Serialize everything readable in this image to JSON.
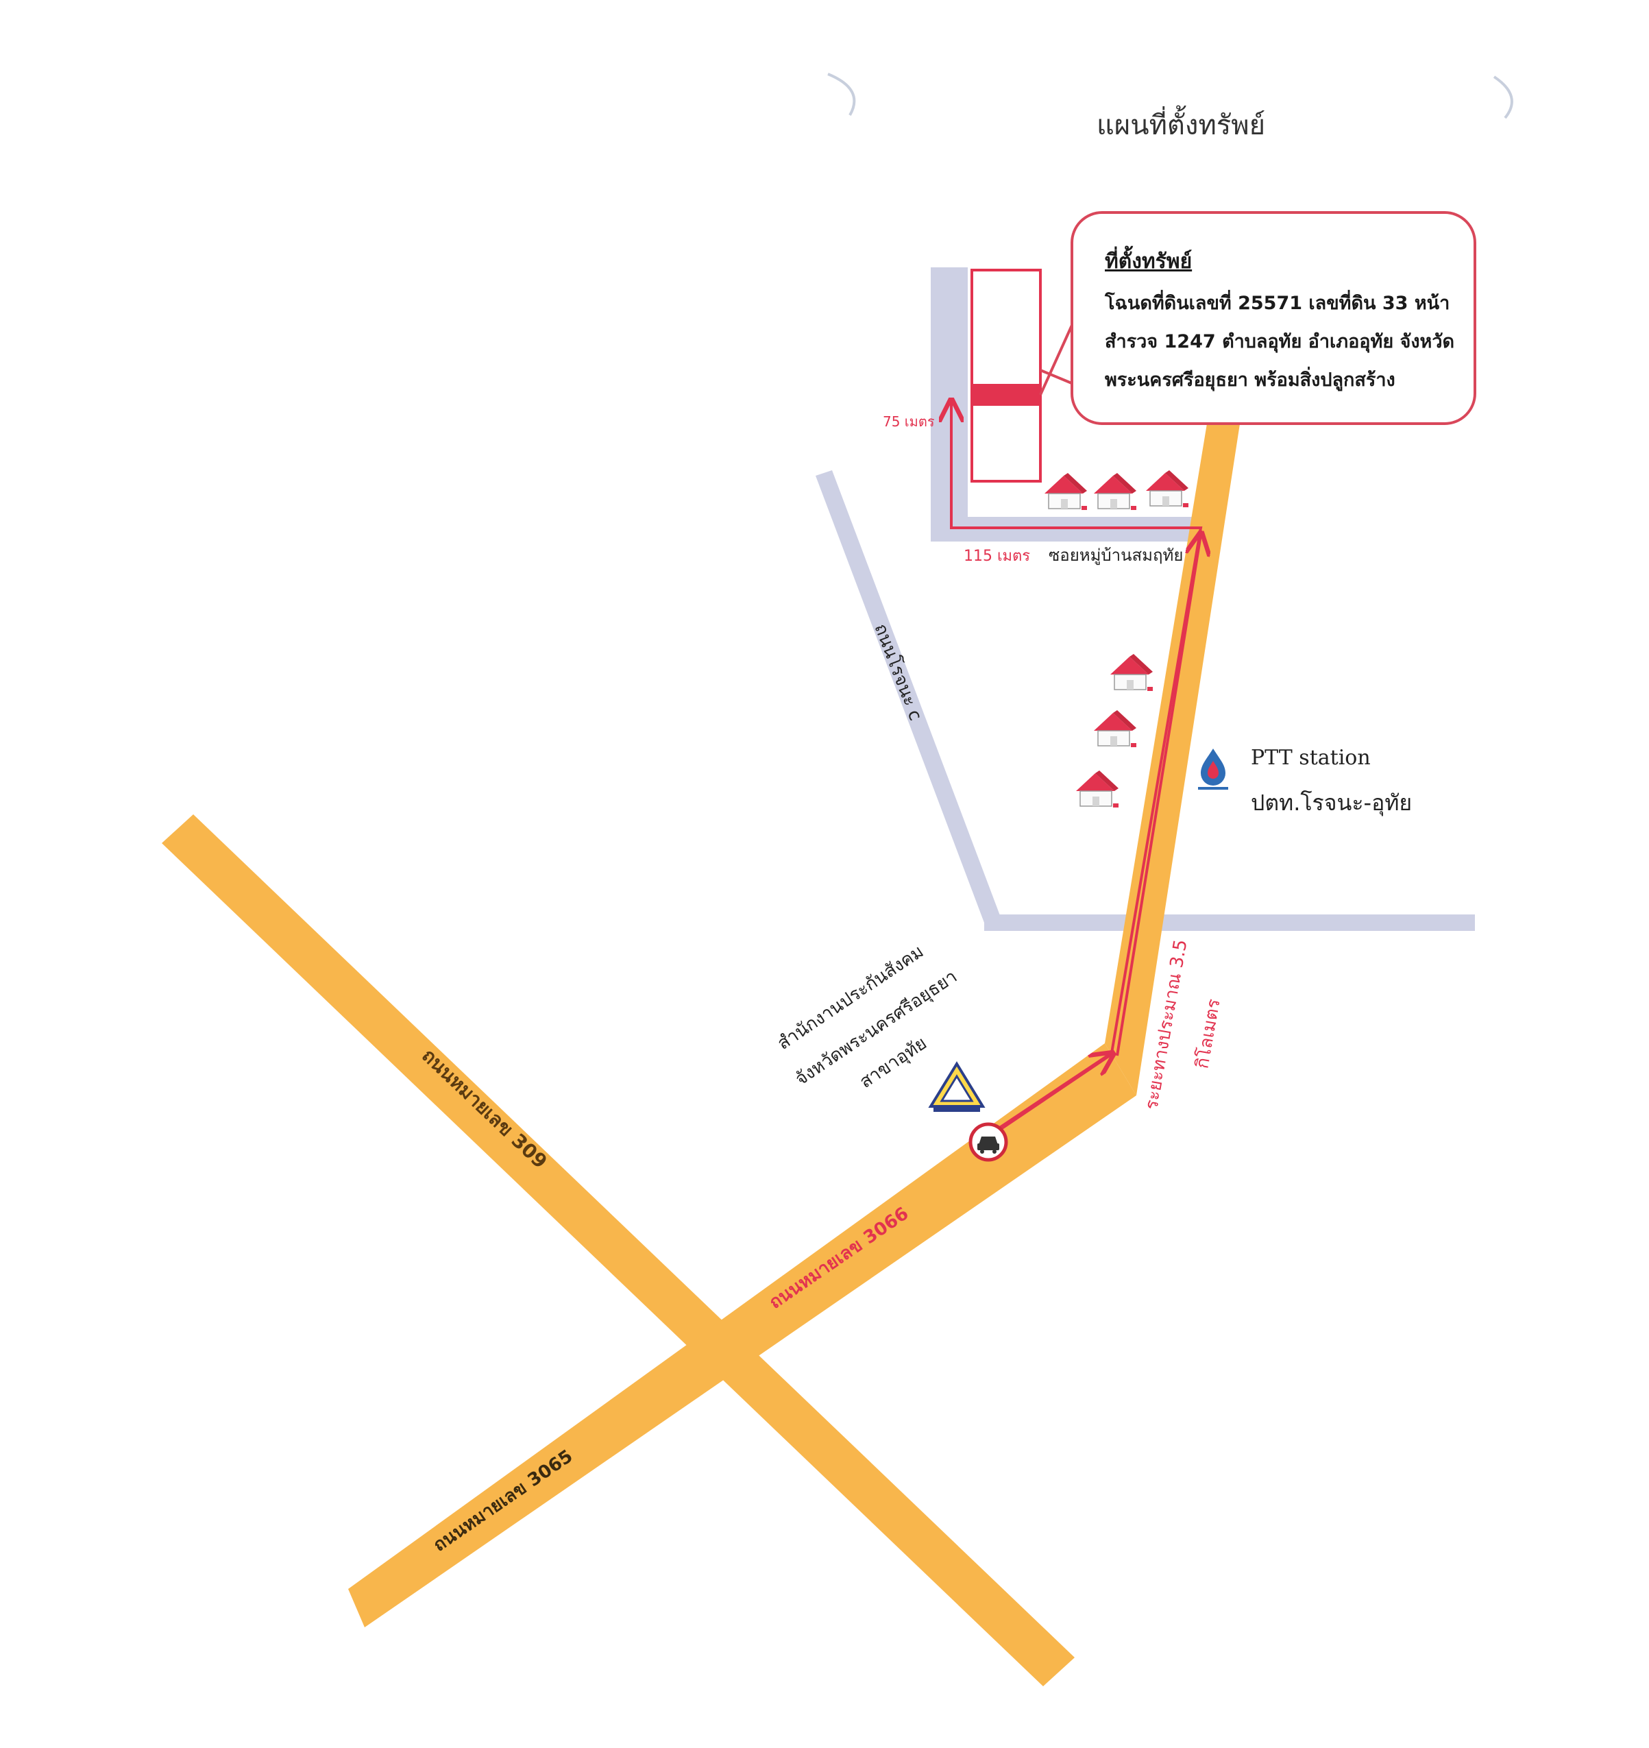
{
  "title": "แผนที่ตั้งทรัพย์",
  "callout": {
    "heading": "ที่ตั้งทรัพย์",
    "lines": [
      "โฉนดที่ดินเลขที่ 25571  เลขที่ดิน 33 หน้า",
      "สำรวจ 1247 ตำบลอุทัย  อำเภออุทัย  จังหวัด",
      "พระนครศรีอยุธยา  พร้อมสิ่งปลูกสร้าง"
    ]
  },
  "labels": {
    "distance_75": "75 เมตร",
    "distance_115": "115 เมตร",
    "soi": "ซอยหมู่บ้านสมฤทัย",
    "road_rojana": "ถนนโรจนะ c",
    "ptt_en": "PTT station",
    "ptt_th": "ปตท.โรจนะ-อุทัย",
    "sso_line1": "สำนักงานประกันสังคม",
    "sso_line2": "จังหวัดพระนครศรีอยุธยา",
    "sso_line3": "สาขาอุทัย",
    "road_309": "ถนนหมายเลข 309",
    "road_3066": "ถนนหมายเลข 3066",
    "road_3065": "ถนนหมายเลข 3065",
    "distance_km_line1": "ระยะทางประมาณ 3.5",
    "distance_km_line2": "กิโลเมตร"
  },
  "colors": {
    "main_road": "#f8b64c",
    "minor_road": "#cdd0e4",
    "route": "#e2334f",
    "callout_border": "#d9475a",
    "house_roof": "#e2334f"
  },
  "icons": [
    "house-icon",
    "ptt-logo-icon",
    "sso-logo-icon",
    "car-start-icon"
  ]
}
